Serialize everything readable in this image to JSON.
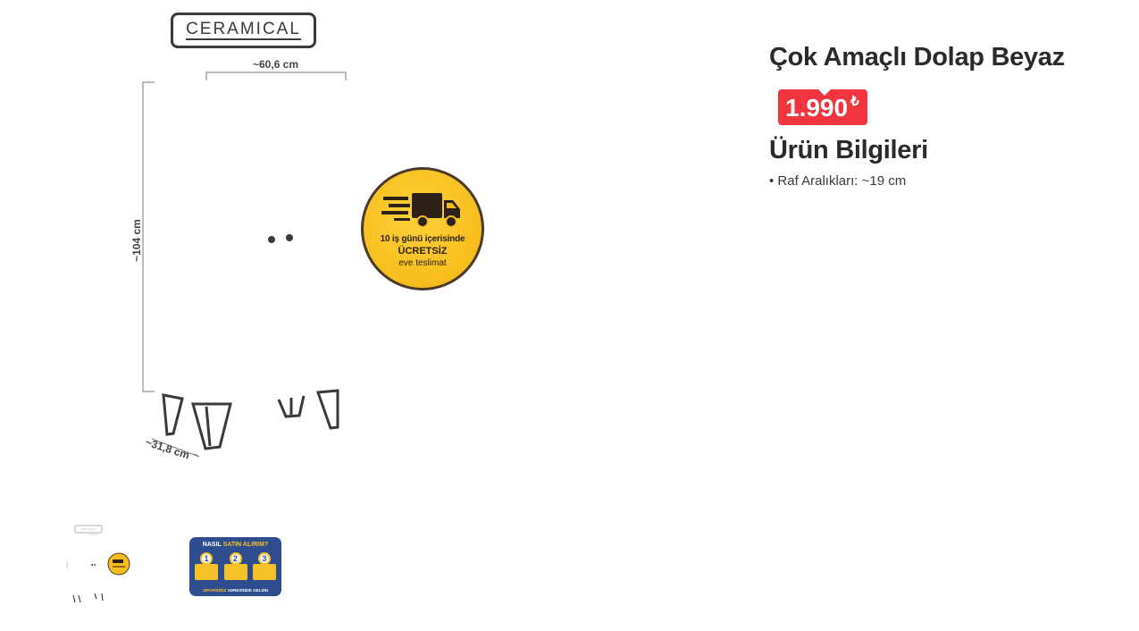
{
  "gallery": {
    "main_image": {
      "brand_logo_text": "CERAMICAL",
      "dimension_width": "~60,6 cm",
      "dimension_height": "~104 cm",
      "dimension_depth": "~31,8 cm",
      "delivery_badge": {
        "icon": "truck-icon",
        "line1": "10 iş günü içerisinde",
        "line2": "ÜCRETSİZ",
        "line3": "eve teslimat",
        "color": "#f7bd1c"
      }
    },
    "thumbnails": [
      {
        "label": "product-thumbnail"
      },
      {
        "label": "how-to-buy-thumbnail",
        "title_white": "NASIL",
        "title_yellow": "SATIN ALIRIM?",
        "steps": [
          "1",
          "2",
          "3"
        ],
        "footer_yellow": "SİPARİŞİNİZ",
        "footer_white": "ADRESİNİZE GELSİN"
      }
    ]
  },
  "product": {
    "title": "Çok Amaçlı Dolap Beyaz",
    "price": {
      "amount": "1.990",
      "currency": "₺",
      "badge_color": "#f0353f"
    },
    "info_section_title": "Ürün Bilgileri",
    "specs": [
      "• Raf Aralıkları: ~19 cm"
    ]
  }
}
